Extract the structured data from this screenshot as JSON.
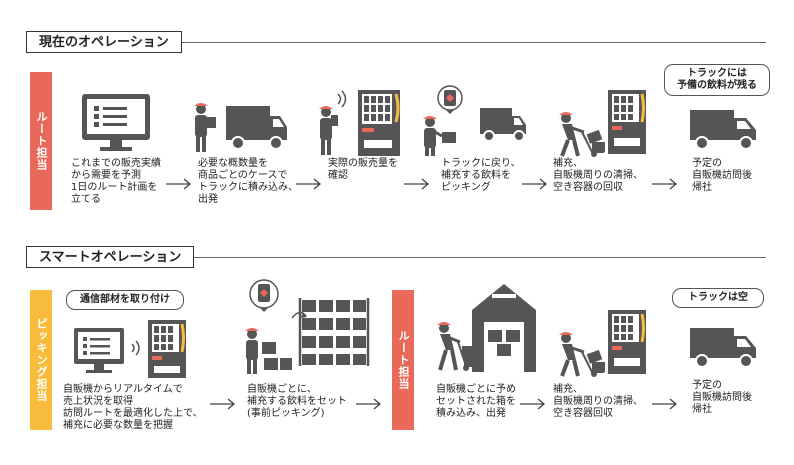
{
  "sections": [
    {
      "title": "現在のオペレーション",
      "bar_label": "ルート担当"
    },
    {
      "title": "スマートオペレーション",
      "bar_label_1": "ピッキング担当",
      "bar_label_2": "ルート担当"
    }
  ],
  "current_steps": [
    {
      "caption": "これまでの販売実績\nから需要を予測\n1日のルート計画を\n立てる",
      "icon": "monitor-icon"
    },
    {
      "caption": "必要な概数量を\n商品ごとのケースで\nトラックに積み込み、\n出発",
      "icon": "truck-loading-icon"
    },
    {
      "caption": "実際の販売量を\n確認",
      "icon": "vending-check-icon"
    },
    {
      "caption": "トラックに戻り、\n補充する飲料を\nピッキング",
      "icon": "picking-icon"
    },
    {
      "caption": "補充、\n自販機周りの清掃、\n空き容器の回収",
      "icon": "hand-truck-icon"
    },
    {
      "caption": "予定の\n自販機訪問後\n帰社",
      "icon": "truck-icon"
    }
  ],
  "current_bubble": "トラックには\n予備の飲料が残る",
  "smart_steps": [
    {
      "caption": "自販機からリアルタイムで\n売上状況を取得\n訪問ルートを最適化した上で、\n補充に必要な数量を把握",
      "icon": "monitor-vending-icon"
    },
    {
      "caption": "自販機ごとに、\n補充する飲料をセット\n(事前ピッキング)",
      "icon": "shelf-picking-icon"
    },
    {
      "caption": "自販機ごとに予め\nセットされた箱を\n積み込み、出発",
      "icon": "warehouse-icon"
    },
    {
      "caption": "補充、\n自販機周りの清掃、\n空き容器回収",
      "icon": "hand-truck-icon"
    },
    {
      "caption": "予定の\n自販機訪問後\n帰社",
      "icon": "truck-icon"
    }
  ],
  "smart_bubble_1": "通信部材を取り付け",
  "smart_bubble_2": "トラックは空",
  "colors": {
    "red": "#e8695a",
    "yellow": "#f8bc3c",
    "icon": "#555555",
    "accent": "#e8695a"
  }
}
